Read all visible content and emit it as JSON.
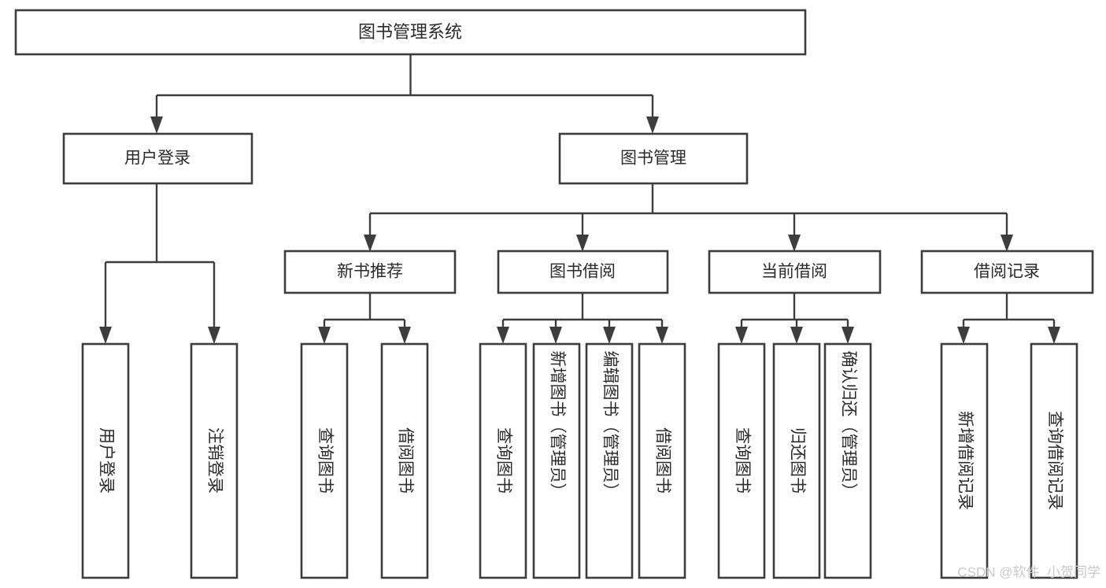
{
  "diagram": {
    "title": "图书管理系统",
    "type": "hierarchy-tree",
    "orientation": "top-down",
    "colors": {
      "box_stroke": "#3d3d3d",
      "box_fill": "#ffffff",
      "text": "#2b2b2b",
      "connector": "#3d3d3d",
      "watermark": "#c9c9c9",
      "background": "#ffffff"
    },
    "root": {
      "label": "图书管理系统"
    },
    "level2": [
      {
        "label": "用户登录"
      },
      {
        "label": "图书管理"
      }
    ],
    "level3": [
      {
        "label": "新书推荐"
      },
      {
        "label": "图书借阅"
      },
      {
        "label": "当前借阅"
      },
      {
        "label": "借阅记录"
      }
    ],
    "leaves": {
      "user_login": [
        {
          "label": "用户登录"
        },
        {
          "label": "注销登录"
        }
      ],
      "new_book_recommend": [
        {
          "label": "查询图书"
        },
        {
          "label": "借阅图书"
        }
      ],
      "book_borrow": [
        {
          "label": "查询图书"
        },
        {
          "label": "新增图书（管理员）"
        },
        {
          "label": "编辑图书（管理员）"
        },
        {
          "label": "借阅图书"
        }
      ],
      "current_borrow": [
        {
          "label": "查询图书"
        },
        {
          "label": "归还图书"
        },
        {
          "label": "确认归还（管理员）"
        }
      ],
      "borrow_record": [
        {
          "label": "新增借阅记录"
        },
        {
          "label": "查询借阅记录"
        }
      ]
    },
    "watermark": "CSDN @软件_小贺同学"
  },
  "chart_data": {
    "type": "table",
    "title": "图书管理系统",
    "nodes": [
      {
        "id": "root",
        "label": "图书管理系统",
        "level": 0,
        "parent": null
      },
      {
        "id": "n1",
        "label": "用户登录",
        "level": 1,
        "parent": "root"
      },
      {
        "id": "n2",
        "label": "图书管理",
        "level": 1,
        "parent": "root"
      },
      {
        "id": "n1a",
        "label": "用户登录",
        "level": 2,
        "parent": "n1"
      },
      {
        "id": "n1b",
        "label": "注销登录",
        "level": 2,
        "parent": "n1"
      },
      {
        "id": "n2a",
        "label": "新书推荐",
        "level": 2,
        "parent": "n2"
      },
      {
        "id": "n2b",
        "label": "图书借阅",
        "level": 2,
        "parent": "n2"
      },
      {
        "id": "n2c",
        "label": "当前借阅",
        "level": 2,
        "parent": "n2"
      },
      {
        "id": "n2d",
        "label": "借阅记录",
        "level": 2,
        "parent": "n2"
      },
      {
        "id": "n2a1",
        "label": "查询图书",
        "level": 3,
        "parent": "n2a"
      },
      {
        "id": "n2a2",
        "label": "借阅图书",
        "level": 3,
        "parent": "n2a"
      },
      {
        "id": "n2b1",
        "label": "查询图书",
        "level": 3,
        "parent": "n2b"
      },
      {
        "id": "n2b2",
        "label": "新增图书（管理员）",
        "level": 3,
        "parent": "n2b"
      },
      {
        "id": "n2b3",
        "label": "编辑图书（管理员）",
        "level": 3,
        "parent": "n2b"
      },
      {
        "id": "n2b4",
        "label": "借阅图书",
        "level": 3,
        "parent": "n2b"
      },
      {
        "id": "n2c1",
        "label": "查询图书",
        "level": 3,
        "parent": "n2c"
      },
      {
        "id": "n2c2",
        "label": "归还图书",
        "level": 3,
        "parent": "n2c"
      },
      {
        "id": "n2c3",
        "label": "确认归还（管理员）",
        "level": 3,
        "parent": "n2c"
      },
      {
        "id": "n2d1",
        "label": "新增借阅记录",
        "level": 3,
        "parent": "n2d"
      },
      {
        "id": "n2d2",
        "label": "查询借阅记录",
        "level": 3,
        "parent": "n2d"
      }
    ]
  }
}
